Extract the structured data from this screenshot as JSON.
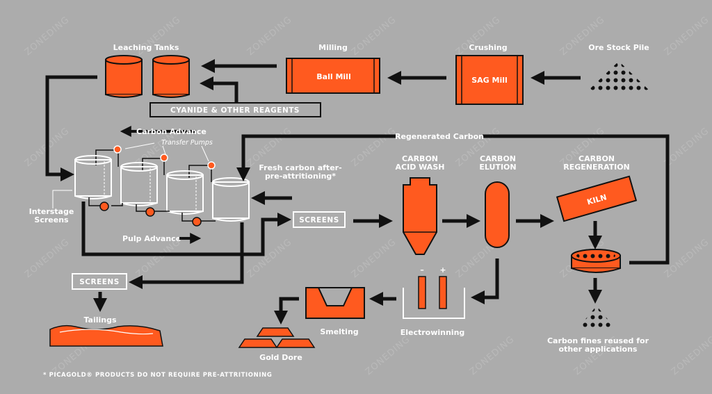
{
  "colors": {
    "background": "#acacac",
    "orange": "#ff5a1f",
    "line": "#111111",
    "white": "#ffffff"
  },
  "watermark": "ZONEDING",
  "labels": {
    "leaching_tanks": "Leaching Tanks",
    "milling": "Milling",
    "crushing": "Crushing",
    "ore_stock_pile": "Ore Stock Pile",
    "ball_mill": "Ball Mill",
    "sag_mill": "SAG Mill",
    "cyanide": "CYANIDE & OTHER REAGENTS",
    "carbon_advance": "Carbon Advance",
    "transfer_pumps": "Transfer Pumps",
    "regenerated_carbon": "Regenerated Carbon",
    "fresh_carbon_1": "Fresh carbon after-",
    "fresh_carbon_2": "pre-attritioning*",
    "interstage_1": "Interstage",
    "interstage_2": "Screens",
    "pulp_advance": "Pulp Advance",
    "screens_mid": "SCREENS",
    "screens_left": "SCREENS",
    "carbon_acid_wash_1": "CARBON",
    "carbon_acid_wash_2": "ACID WASH",
    "carbon_elution_1": "CARBON",
    "carbon_elution_2": "ELUTION",
    "carbon_regen_1": "CARBON",
    "carbon_regen_2": "REGENERATION",
    "kiln": "KILN",
    "tailings": "Tailings",
    "smelting": "Smelting",
    "electrowinning": "Electrowinning",
    "gold_dore": "Gold Dore",
    "minus": "–",
    "plus": "+",
    "carbon_fines_1": "Carbon fines reused for",
    "carbon_fines_2": "other applications",
    "footnote": "* PICAGOLD® PRODUCTS DO NOT REQUIRE PRE-ATTRITIONING"
  }
}
